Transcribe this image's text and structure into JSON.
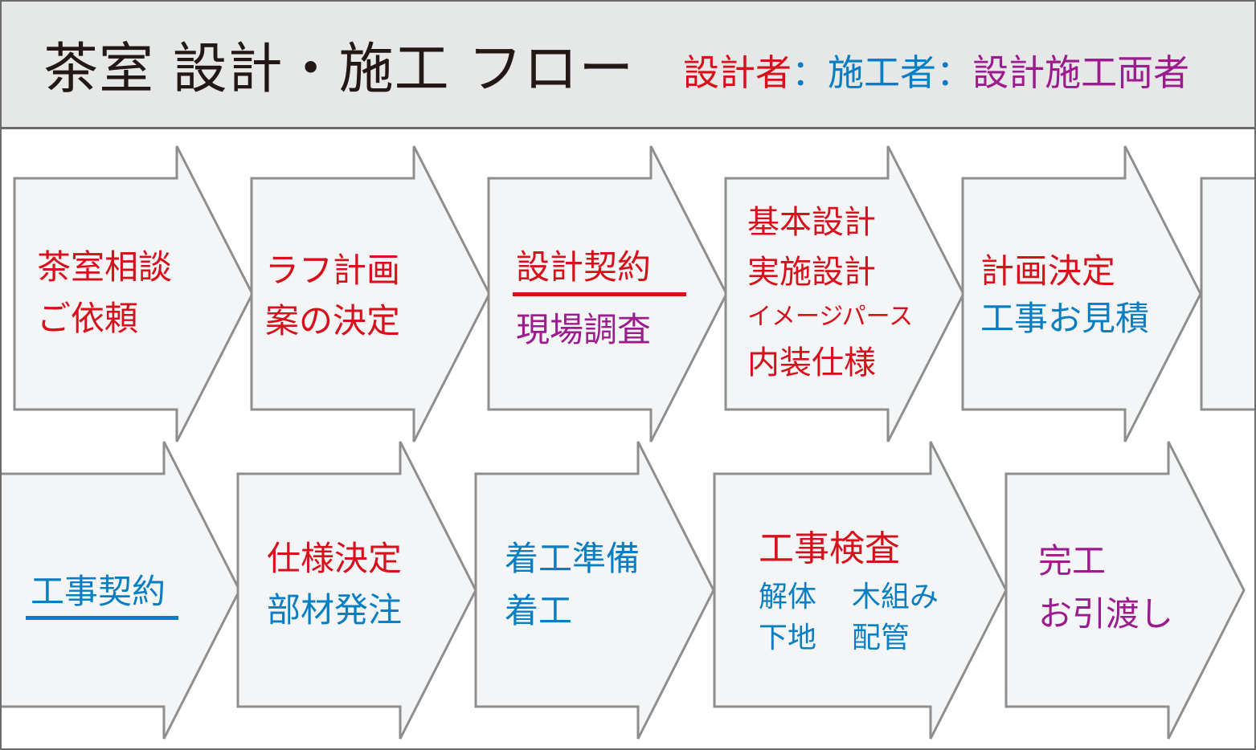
{
  "header": {
    "title": "茶室 設計・施工 フロー",
    "legend": {
      "designer": "設計者",
      "sep1": "：",
      "builder": "施工者",
      "sep2": "：",
      "both": "設計施工両者"
    }
  },
  "colors": {
    "designer": "#d7111b",
    "builder": "#0a7ec2",
    "both": "#9c1b8e",
    "title": "#231815",
    "header_bg": "#e6e7e7",
    "arrow_fill": "#f3f5f6",
    "arrow_stroke": "#8e8e8e"
  },
  "row1": [
    {
      "lines": [
        {
          "text": "茶室相談",
          "role": "designer"
        },
        {
          "text": "ご依頼",
          "role": "designer"
        }
      ]
    },
    {
      "lines": [
        {
          "text": "ラフ計画",
          "role": "designer"
        },
        {
          "text": "案の決定",
          "role": "designer"
        }
      ]
    },
    {
      "lines": [
        {
          "text": "設計契約",
          "role": "designer",
          "underline": true
        },
        {
          "text": "現場調査",
          "role": "both"
        }
      ]
    },
    {
      "lines": [
        {
          "text": "基本設計",
          "role": "designer"
        },
        {
          "text": "実施設計",
          "role": "designer"
        },
        {
          "text": "イメージパース",
          "role": "designer"
        },
        {
          "text": "内装仕様",
          "role": "designer"
        }
      ]
    },
    {
      "lines": [
        {
          "text": "計画決定",
          "role": "designer"
        },
        {
          "text": "工事お見積",
          "role": "builder"
        }
      ]
    }
  ],
  "row2": [
    {
      "lines": [
        {
          "text": "工事契約",
          "role": "builder",
          "underline": true
        }
      ]
    },
    {
      "lines": [
        {
          "text": "仕様決定",
          "role": "designer"
        },
        {
          "text": "部材発注",
          "role": "builder"
        }
      ]
    },
    {
      "lines": [
        {
          "text": "着工準備",
          "role": "builder"
        },
        {
          "text": "着工",
          "role": "builder"
        }
      ]
    },
    {
      "lines": [
        {
          "text": "工事検査",
          "role": "designer"
        },
        {
          "text": "解体",
          "role": "builder"
        },
        {
          "text": "木組み",
          "role": "builder"
        },
        {
          "text": "下地",
          "role": "builder"
        },
        {
          "text": "配管",
          "role": "builder"
        }
      ]
    },
    {
      "lines": [
        {
          "text": "完工",
          "role": "both"
        },
        {
          "text": "お引渡し",
          "role": "both"
        }
      ]
    }
  ]
}
